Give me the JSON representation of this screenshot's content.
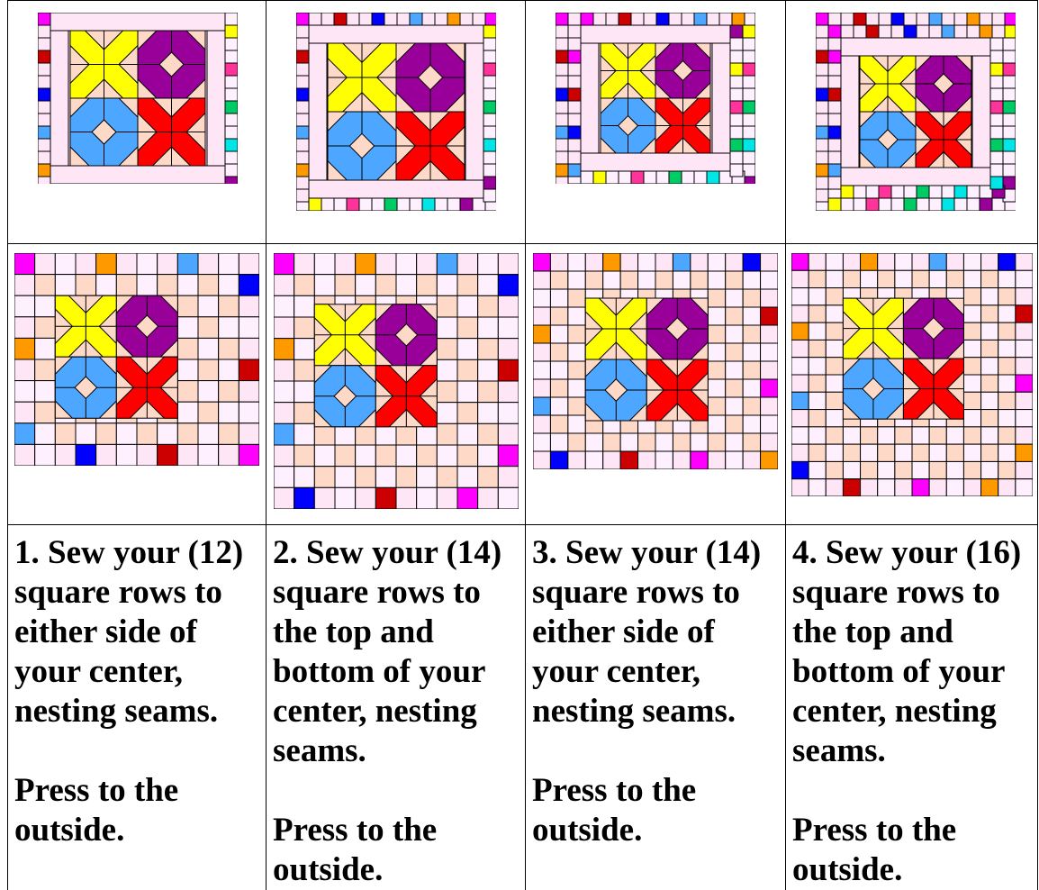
{
  "steps": [
    {
      "number": "1.",
      "instruction": "Sew your (12) square rows to either side of your center, nesting seams.",
      "press": "Press to the outside."
    },
    {
      "number": "2.",
      "instruction": "Sew your (14) square rows to the top and bottom of your center, nesting seams.",
      "press": "Press to the outside."
    },
    {
      "number": "3.",
      "instruction": "Sew your (14) square rows to either side of your center, nesting seams.",
      "press": "Press to the outside."
    },
    {
      "number": "4.",
      "instruction": "Sew your (16) square rows to the top and bottom of your center, nesting seams.",
      "press": "Press to the outside."
    }
  ],
  "text_lines": [
    [
      "1.  Sew your (12)",
      "square rows to",
      "either side of",
      "your center,",
      "nesting seams."
    ],
    [
      "2.  Sew your (14)",
      "square rows to",
      "the top and",
      "bottom of your",
      "center, nesting",
      "seams."
    ],
    [
      "3.  Sew your (14)",
      "square rows to",
      "either side of",
      "your center,",
      "nesting seams."
    ],
    [
      "4.  Sew your (16)",
      "square rows to",
      "the top and",
      "bottom of your",
      "center, nesting",
      "seams."
    ]
  ],
  "press_lines": [
    [
      "Press to the",
      "outside."
    ],
    [
      "Press to the",
      "outside."
    ],
    [
      "Press to the",
      "outside."
    ],
    [
      "Press to the",
      "outside."
    ]
  ],
  "colors": {
    "yellow": "#ffff00",
    "purple": "#990099",
    "blue": "#4da6ff",
    "red": "#ff0000",
    "sashing": "#ffe6f7",
    "peach": "#ffd9c7",
    "pale": "#fff0ff",
    "accents": [
      "#ff00ff",
      "#00e6e6",
      "#0000ff",
      "#ffff00",
      "#ff9900",
      "#00cc66",
      "#cc0000",
      "#990099",
      "#4da6ff",
      "#ff3399"
    ]
  }
}
